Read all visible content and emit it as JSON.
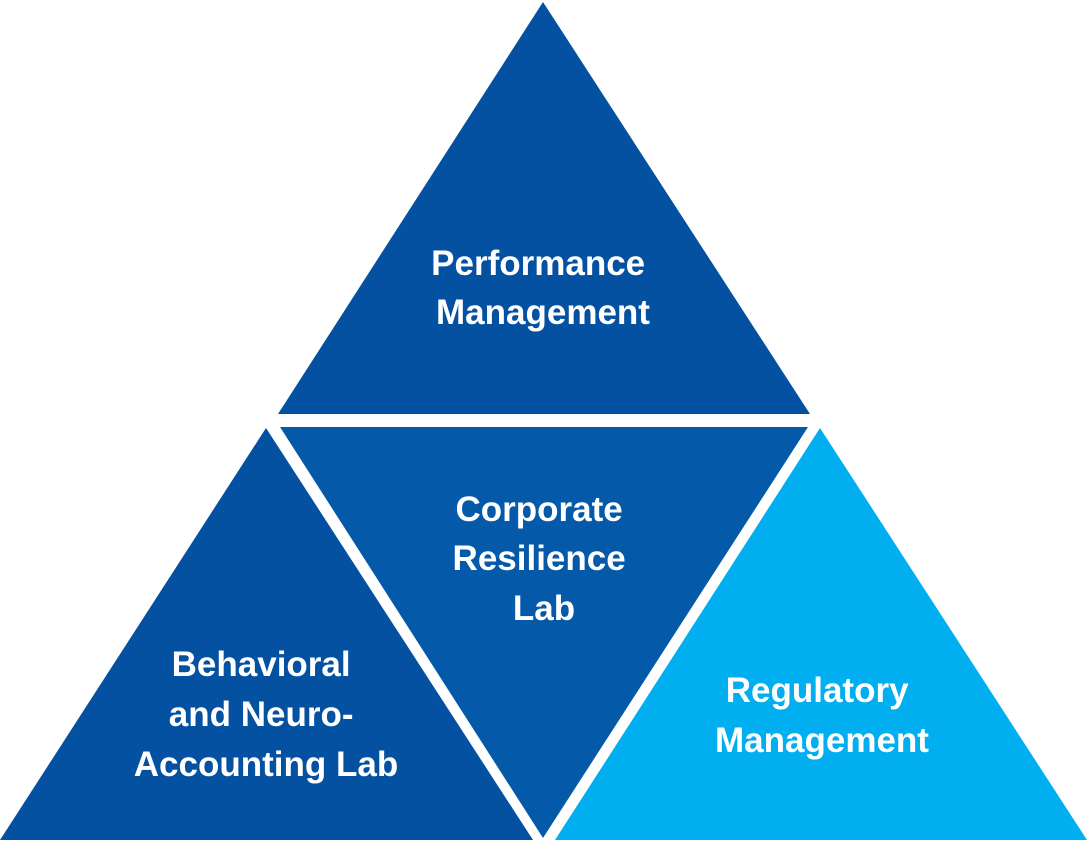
{
  "segments": [
    {
      "id": "top",
      "lines": [
        "Performance",
        "Management"
      ],
      "color": "#0451a1"
    },
    {
      "id": "center",
      "lines": [
        "Corporate",
        "Resilience",
        "Lab"
      ],
      "color": "#0459a9"
    },
    {
      "id": "left",
      "lines": [
        "Behavioral",
        "and Neuro-",
        "Accounting Lab"
      ],
      "color": "#0451a1"
    },
    {
      "id": "right",
      "lines": [
        "Regulatory",
        "Management"
      ],
      "color": "#01aff0"
    }
  ]
}
